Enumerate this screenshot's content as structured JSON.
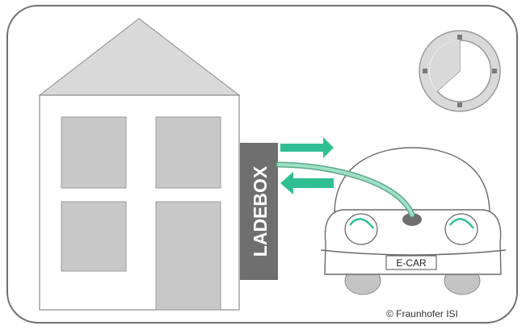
{
  "diagram": {
    "ladebox_label": "LADEBOX",
    "car_plate": "E-CAR",
    "copyright": "© Fraunhofer ISI"
  },
  "colors": {
    "frame_stroke": "#707070",
    "house_fill": "#ffffff",
    "roof_fill": "#d9d9d9",
    "window_fill": "#c8c8c8",
    "ladebox_fill": "#6f6f6f",
    "arrow_fill": "#2fbf93",
    "cable": "#7fd4b3",
    "clock_fill": "#d9d9d9",
    "car_fill": "#ffffff",
    "wheel_fill": "#c4c4c4"
  },
  "icons": {
    "clock": "clock-icon",
    "arrow_right": "arrow-right-icon",
    "arrow_left": "arrow-left-icon"
  }
}
